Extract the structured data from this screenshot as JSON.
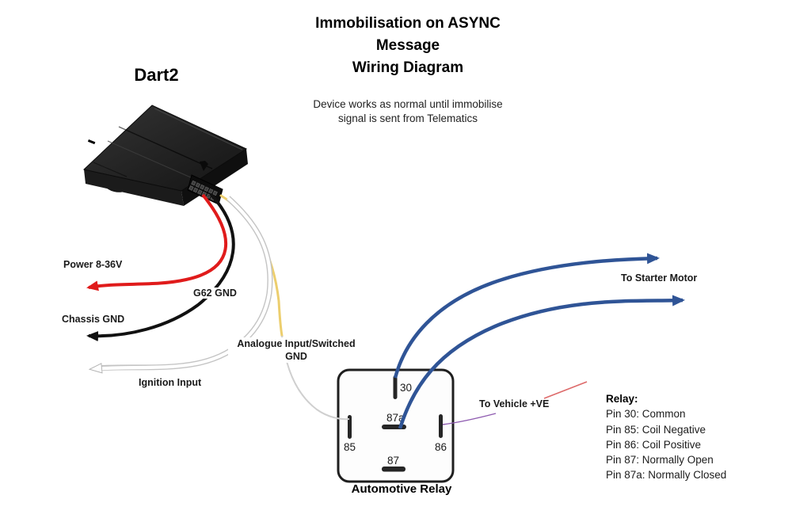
{
  "title": {
    "line1": "Immobilisation on ASYNC",
    "line2": "Message",
    "line3": "Wiring Diagram"
  },
  "subtitle": {
    "line1": "Device works as normal until immobilise",
    "line2": "signal is sent from Telematics"
  },
  "device": {
    "name": "Dart2"
  },
  "wires": {
    "power": {
      "label": "Power 8-36V"
    },
    "g62": {
      "label": "G62 GND"
    },
    "chassis": {
      "label": "Chassis GND"
    },
    "ignition": {
      "label": "Ignition Input"
    },
    "analogue": {
      "label_line1": "Analogue Input/Switched",
      "label_line2": "GND"
    },
    "starter": {
      "label": "To Starter Motor"
    },
    "vehicle": {
      "label": "To Vehicle +VE"
    }
  },
  "colors": {
    "power_red": "#e01b1b",
    "ground_black": "#111111",
    "ignition_white": "#ffffff",
    "analogue_yellow": "#ecce6e",
    "starter_blue": "#2f5496",
    "coil_purple": "#8e5bb0",
    "vehicle_red": "#dd6a6a"
  },
  "relay": {
    "caption": "Automotive Relay",
    "pins": {
      "p30": "30",
      "p87a": "87a",
      "p85": "85",
      "p86": "86",
      "p87": "87"
    }
  },
  "legend": {
    "heading": "Relay:",
    "items": [
      "Pin 30: Common",
      "Pin 85: Coil Negative",
      "Pin 86: Coil Positive",
      "Pin 87: Normally Open",
      "Pin 87a: Normally Closed"
    ]
  }
}
